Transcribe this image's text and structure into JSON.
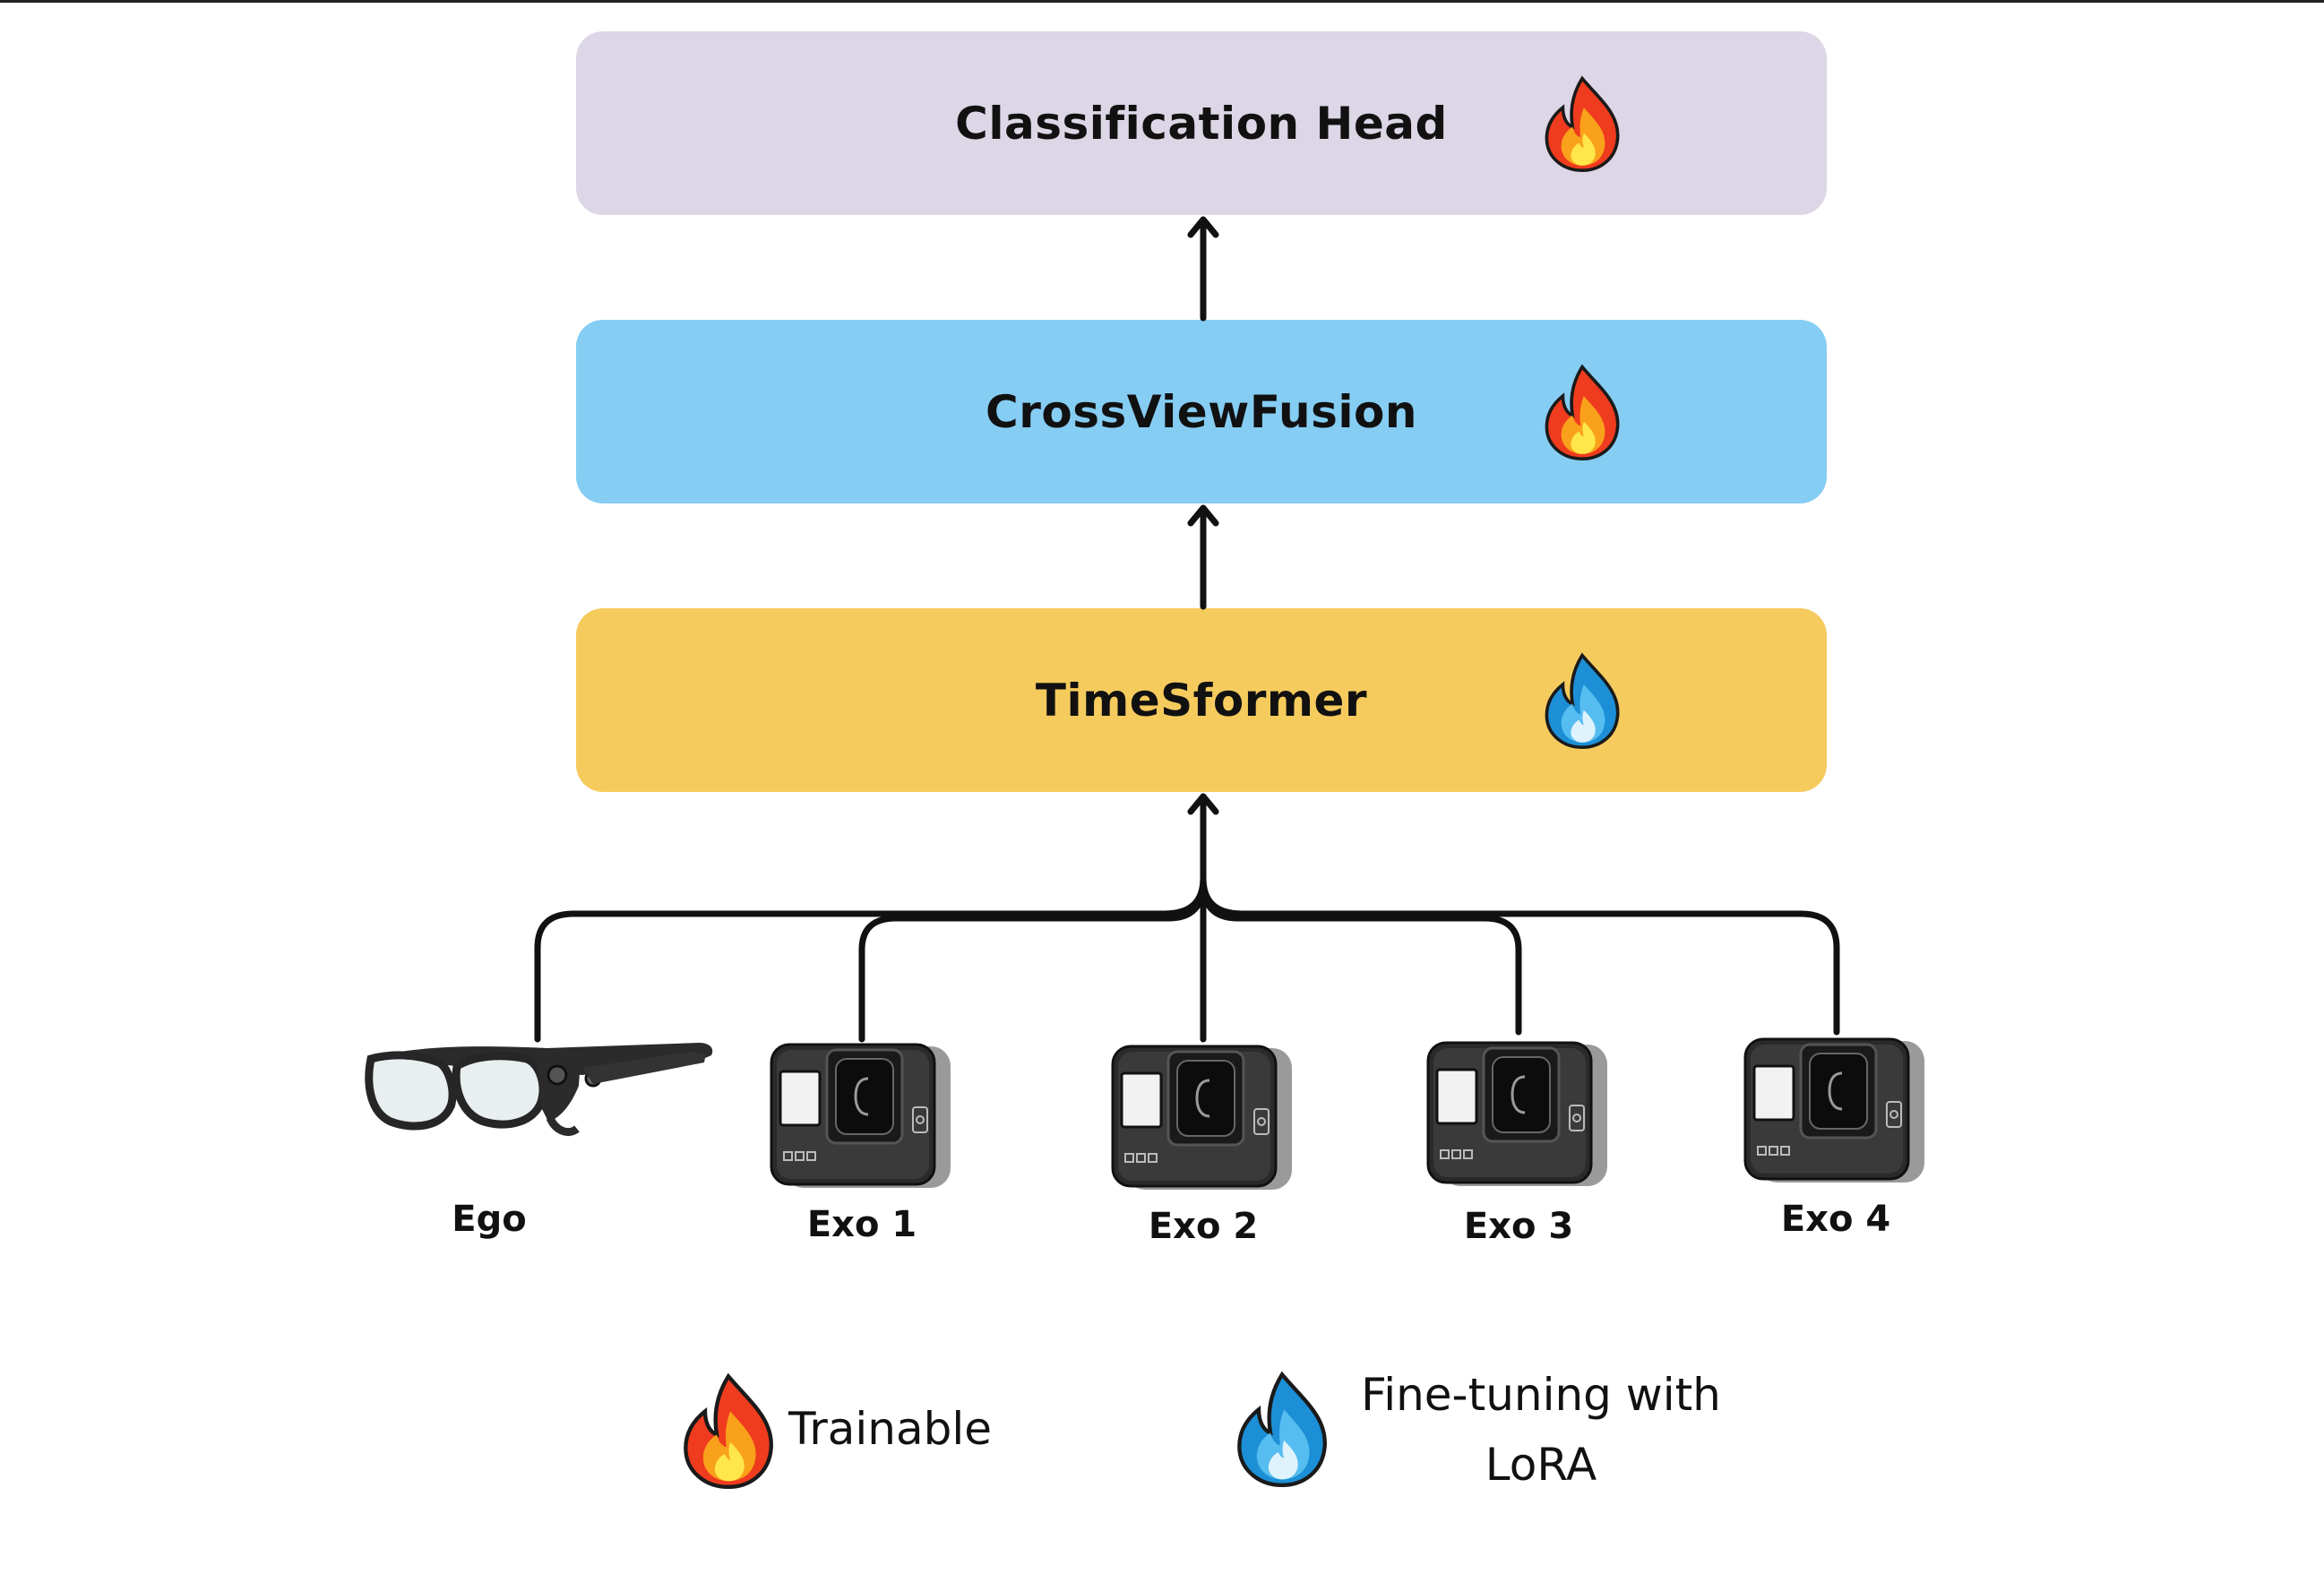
{
  "blocks": {
    "classification_head": {
      "label": "Classification Head",
      "icon": "fire-icon",
      "color": "#ddd6e6"
    },
    "cross_view_fusion": {
      "label": "CrossViewFusion",
      "icon": "fire-icon",
      "color": "#86cdf3"
    },
    "timesformer": {
      "label": "TimeSformer",
      "icon": "blue-fire-icon",
      "color": "#f6cb5e"
    }
  },
  "inputs": [
    {
      "label": "Ego",
      "icon": "smart-glasses-icon"
    },
    {
      "label": "Exo 1",
      "icon": "action-camera-icon"
    },
    {
      "label": "Exo 2",
      "icon": "action-camera-icon"
    },
    {
      "label": "Exo 3",
      "icon": "action-camera-icon"
    },
    {
      "label": "Exo 4",
      "icon": "action-camera-icon"
    }
  ],
  "legend": {
    "trainable": {
      "label": "Trainable",
      "icon": "fire-icon"
    },
    "lora": {
      "line1": "Fine-tuning with",
      "line2": "LoRA",
      "icon": "blue-fire-icon"
    }
  }
}
